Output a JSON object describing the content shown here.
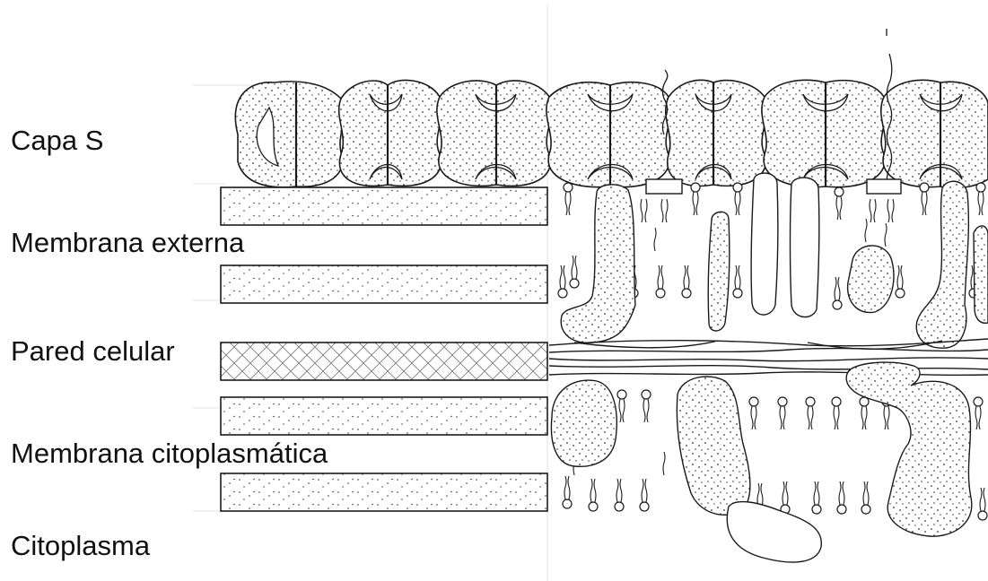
{
  "labels": {
    "capa_s": "Capa S",
    "membrana_externa": "Membrana externa",
    "pared_celular": "Pared celular",
    "membrana_citoplasmatica": "Membrana citoplasmática",
    "citoplasma": "Citoplasma"
  },
  "colors": {
    "stroke": "#1a1a1a",
    "fill": "#ffffff",
    "stipple": "#333333",
    "faint_grid": "#dddddd"
  }
}
